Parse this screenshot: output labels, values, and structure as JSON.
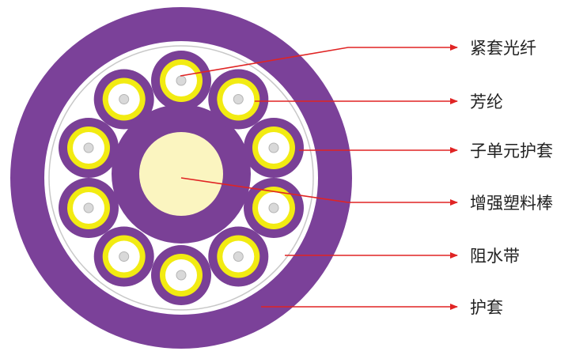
{
  "labels": {
    "tight_buffer_fiber": "紧套光纤",
    "aramid": "芳纶",
    "subunit_jacket": "子单元护套",
    "strength_rod": "增强塑料棒",
    "water_block_tape": "阻水带",
    "outer_jacket": "护套"
  },
  "colors": {
    "jacket_purple": "#7b4199",
    "subunit_purple": "#7a4096",
    "aramid_yellow": "#f2eb12",
    "fiber_white": "#ffffff",
    "fiber_core_grey": "#d9d9d9",
    "rod_cream": "#fbf5c0",
    "leader_red": "#e02424",
    "tape_line_grey": "#c8c8c8"
  }
}
